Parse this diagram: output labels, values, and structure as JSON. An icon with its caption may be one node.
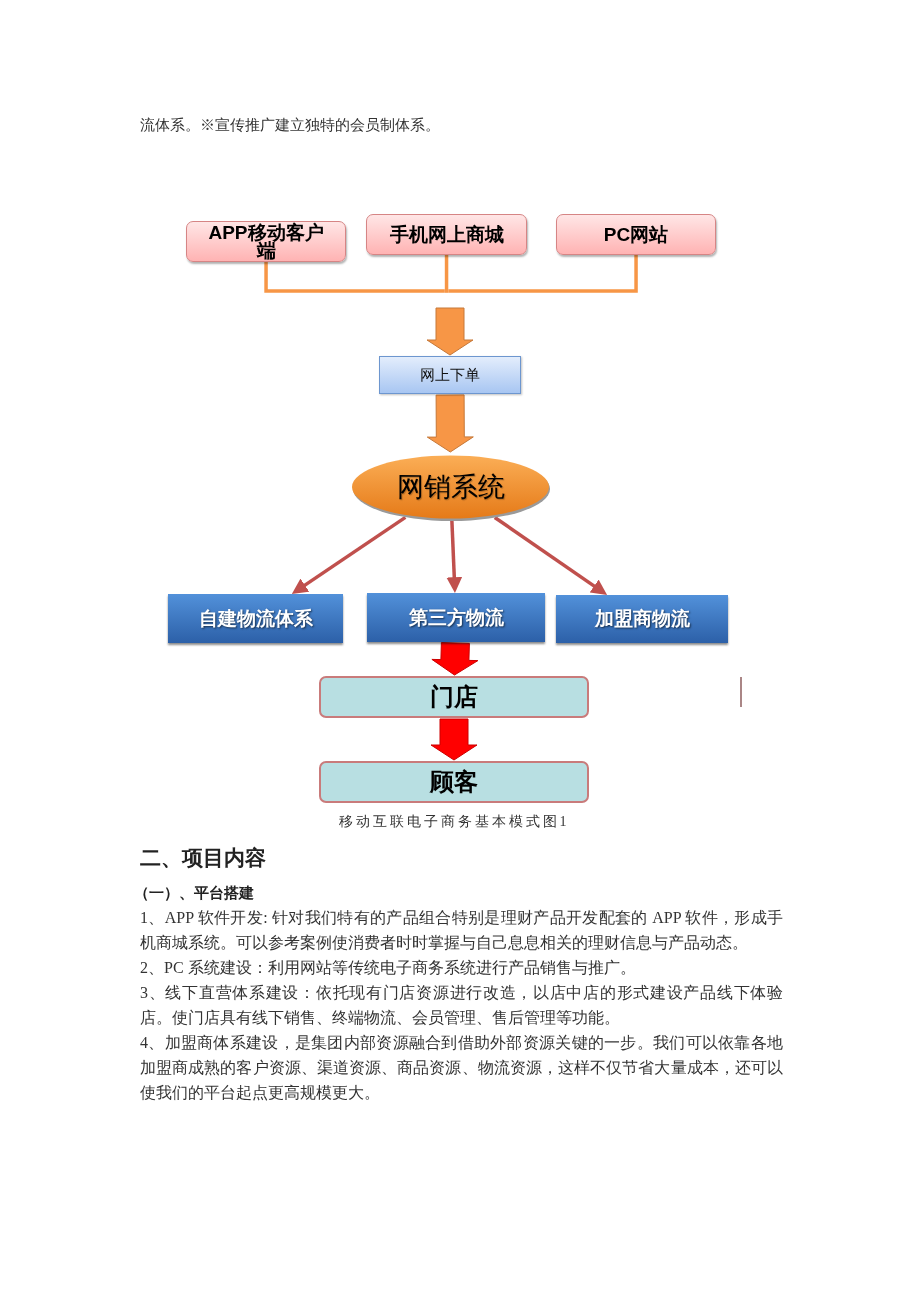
{
  "diagram": {
    "nodes": [
      {
        "text": [
          "APP移动客户端"
        ]
      },
      {
        "text": [
          "手机网上商城"
        ]
      },
      {
        "text": [
          "PC网站"
        ]
      },
      {
        "text": [
          "网上下单"
        ]
      },
      {
        "text": [
          "网销系统"
        ]
      },
      {
        "text": [
          "自建物流体系"
        ]
      },
      {
        "text": [
          "第三方物流"
        ]
      },
      {
        "text": [
          "加盟商物流"
        ]
      },
      {
        "text": [
          "门店"
        ]
      },
      {
        "text": [
          "顾客"
        ]
      }
    ],
    "edges": [
      {
        "from": 0,
        "to": 3,
        "arrow": "to",
        "style": "thick"
      },
      {
        "from": 1,
        "to": 3,
        "arrow": "to",
        "style": "thick"
      },
      {
        "from": 2,
        "to": 3,
        "arrow": "to",
        "style": "thick"
      },
      {
        "from": 3,
        "to": 4,
        "arrow": "to",
        "style": "thick"
      },
      {
        "from": 4,
        "to": 5,
        "arrow": "to",
        "color": "#c0504d"
      },
      {
        "from": 4,
        "to": 6,
        "arrow": "to",
        "color": "#c0504d"
      },
      {
        "from": 4,
        "to": 7,
        "arrow": "to",
        "color": "#c0504d"
      },
      {
        "from": 6,
        "to": 8,
        "arrow": "to",
        "style": "thick",
        "color": "#ff0000"
      },
      {
        "from": 8,
        "to": 9,
        "arrow": "to",
        "style": "thick",
        "color": "#ff0000"
      }
    ],
    "labels": [
      "流体系。※宣传推广建立独特的会员制体系。",
      "二、项目内容",
      "（一）、平台搭建",
      "1、APP 软件开发: 针对我们特有的产品组合特别是理财产品开发配套的 APP 软件，形成手机商城系统。可以参考案例使消费者时时掌握与自己息息相关的理财信息与产品动态。",
      "2、PC 系统建设：利用网站等传统电子商务系统进行产品销售与推广。",
      "3、线下直营体系建设：依托现有门店资源进行改造，以店中店的形式建设产品线下体验店。使门店具有线下销售、终端物流、会员管理、售后管理等功能。",
      "4、加盟商体系建设，是集团内部资源融合到借助外部资源关键的一步。我们可以依靠各地加盟商成熟的客户资源、渠道资源、商品资源、物流资源，这样不仅节省大量成本，还可以使我们的平台起点更高规模更大。"
    ],
    "caption": "移动互联电子商务基本模式图1"
  }
}
